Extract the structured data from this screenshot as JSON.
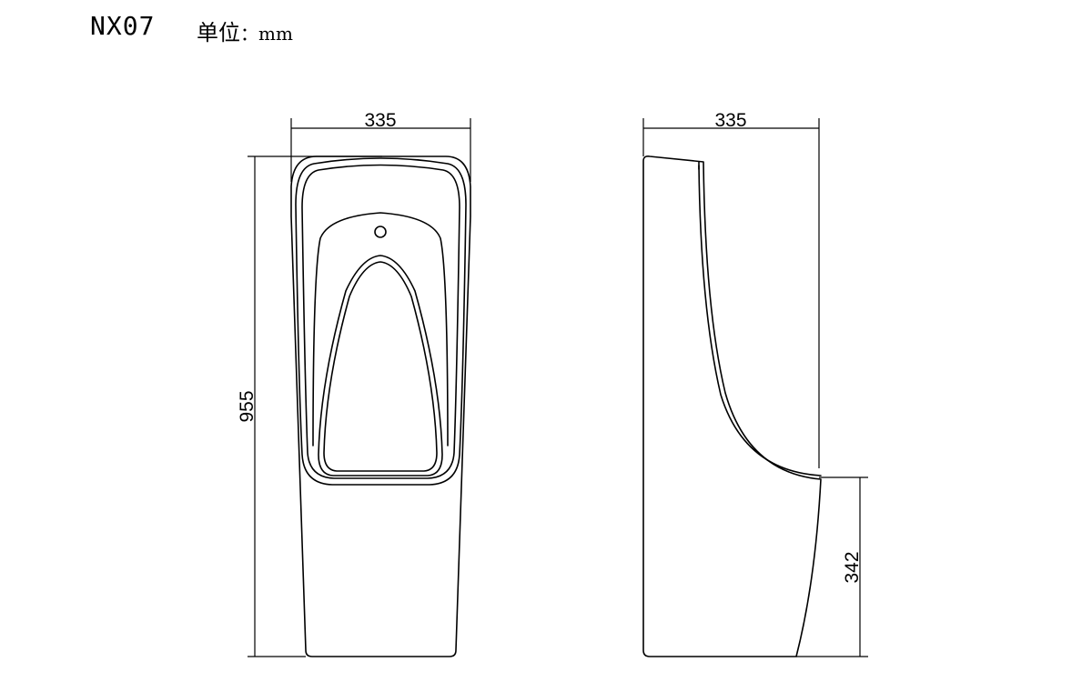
{
  "header": {
    "model_code": "NX07",
    "unit_label": "单位",
    "unit_separator": "：",
    "unit_value": "mm"
  },
  "front_view": {
    "width_dimension": "335",
    "height_dimension": "955"
  },
  "side_view": {
    "depth_dimension": "335",
    "lip_height_dimension": "342"
  },
  "colors": {
    "line": "#000000",
    "background": "#ffffff"
  }
}
